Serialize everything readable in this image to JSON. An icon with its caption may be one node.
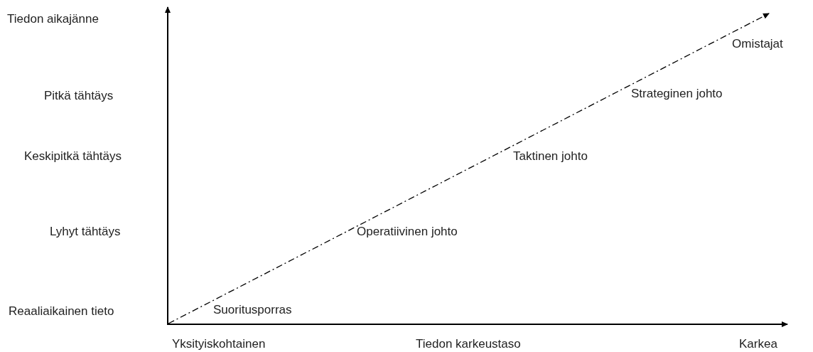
{
  "diagram": {
    "labels": [
      "Tiedon aikajänne",
      "Omistajat",
      "Pitkä tähtäys",
      "Strateginen johto",
      "Keskipitkä tähtäys",
      "Taktinen johto",
      "Lyhyt tähtäys",
      "Operatiivinen johto",
      "Reaaliaikainen tieto",
      "Suoritusporras",
      "Yksityiskohtainen",
      "Tiedon karkeustaso",
      "Karkea"
    ]
  }
}
